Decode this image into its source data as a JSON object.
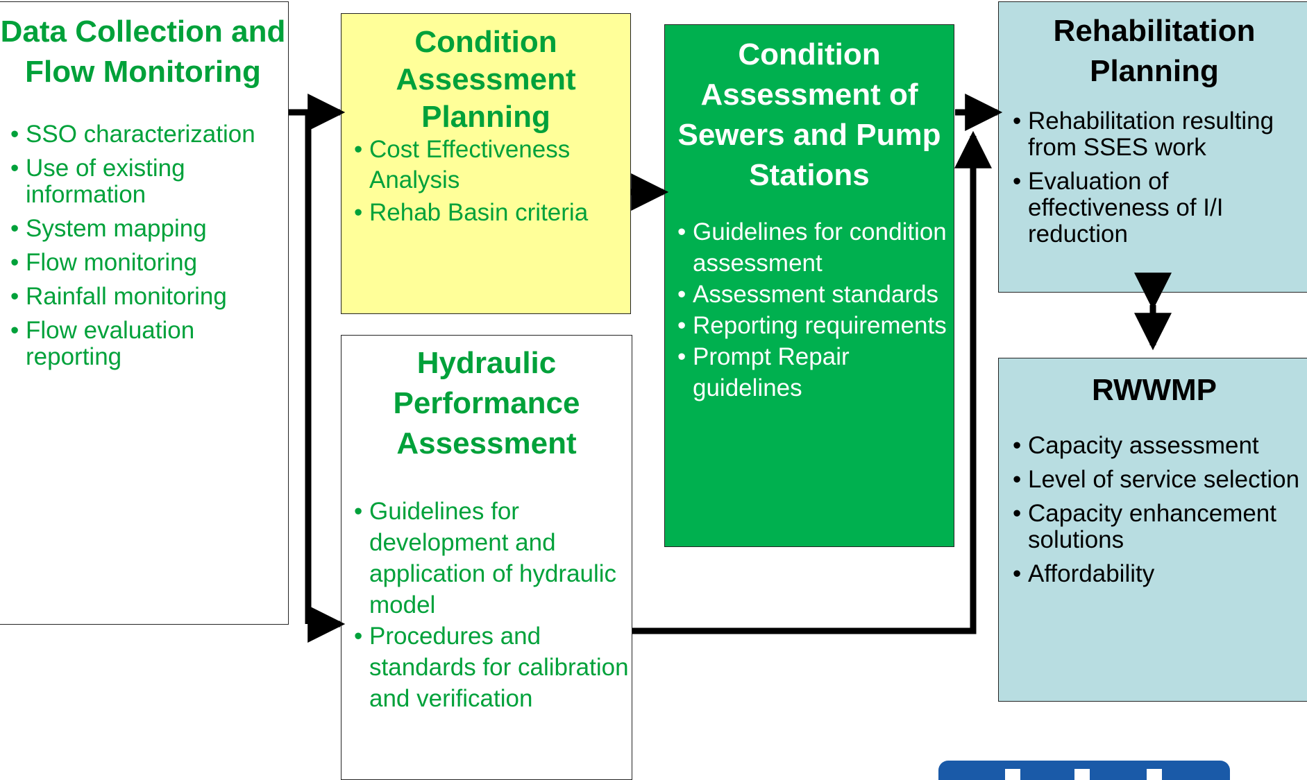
{
  "boxes": {
    "data_collection": {
      "title": "Data Collection and Flow Monitoring",
      "items": [
        "SSO characterization",
        "Use of existing information",
        "System mapping",
        "Flow monitoring",
        "Rainfall monitoring",
        "Flow evaluation reporting"
      ]
    },
    "condition_assessment_planning": {
      "title": "Condition Assessment Planning",
      "items": [
        "Cost Effectiveness Analysis",
        "Rehab Basin criteria"
      ]
    },
    "hydraulic_performance": {
      "title": "Hydraulic Performance Assessment",
      "items": [
        "Guidelines for development and application of hydraulic model",
        "Procedures and standards for calibration and verification"
      ]
    },
    "condition_assessment_sewers": {
      "title": "Condition Assessment of Sewers and Pump Stations",
      "items": [
        "Guidelines for condition assessment",
        "Assessment standards",
        "Reporting requirements",
        "Prompt Repair guidelines"
      ]
    },
    "rehabilitation_planning": {
      "title": "Rehabilitation Planning",
      "items": [
        "Rehabilitation resulting from SSES work",
        "Evaluation of effectiveness of I/I reduction"
      ]
    },
    "rwwmp": {
      "title": "RWWMP",
      "items": [
        "Capacity assessment",
        "Level of service selection",
        "Capacity enhancement solutions",
        "Affordability"
      ]
    }
  },
  "colors": {
    "green_text": "#00a13a",
    "yellow_box": "#ffff99",
    "green_box": "#00b04f",
    "teal_box": "#b8dde1",
    "arrow": "#000000",
    "logo": "#1a5aa8"
  },
  "logo": {
    "name": "hrsd-logo"
  }
}
